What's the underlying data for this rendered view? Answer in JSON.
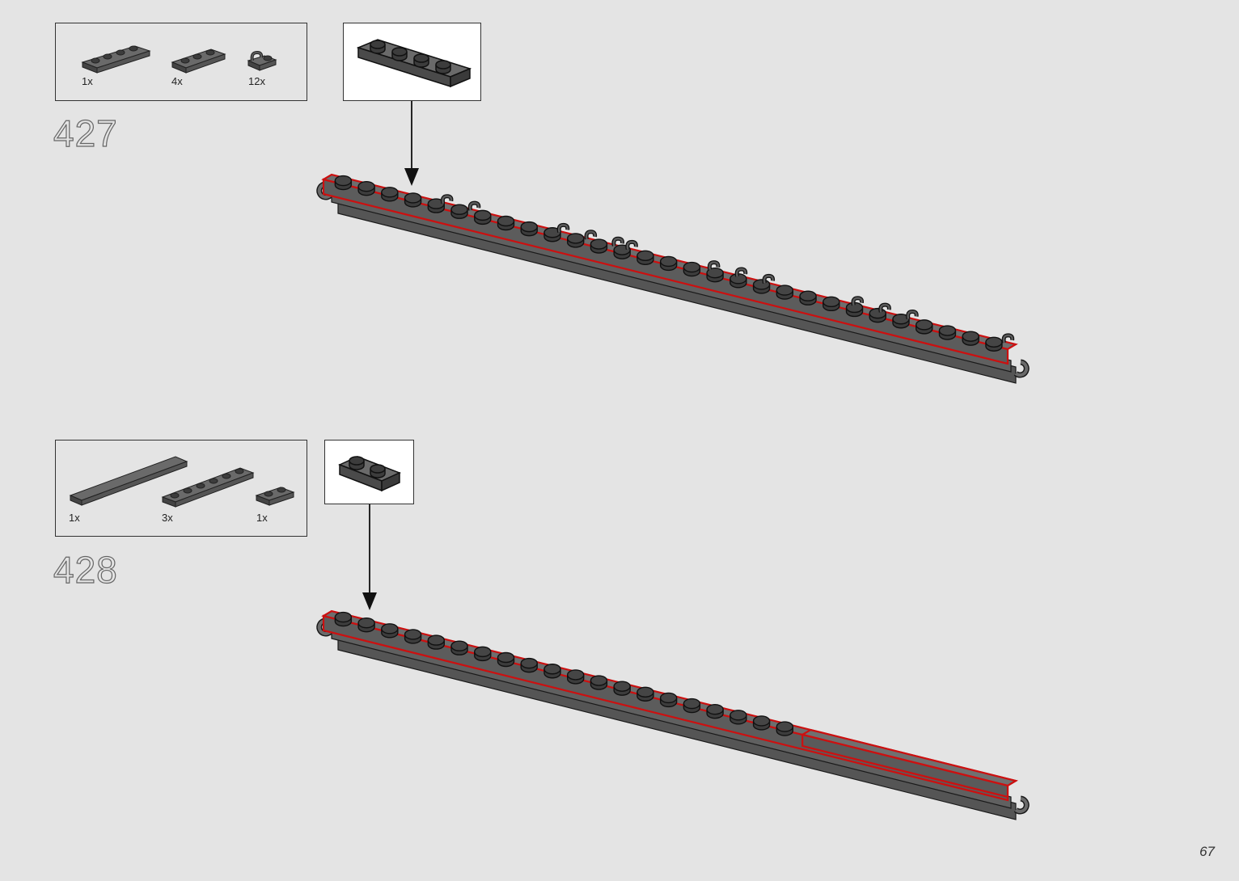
{
  "page": {
    "number": "67"
  },
  "colors": {
    "background": "#e4e4e4",
    "brick_dark": "#5a5a5a",
    "brick_stud": "#3c3c3c",
    "highlight": "#cc1010"
  },
  "steps": [
    {
      "number": "427",
      "parts": [
        {
          "icon": "plate-1x4-dark-grey",
          "quantity": "1x"
        },
        {
          "icon": "plate-1x3-dark-grey",
          "quantity": "4x"
        },
        {
          "icon": "clip-plate-dark-grey",
          "quantity": "12x"
        }
      ],
      "callout_part": "plate-1x4-dark-grey"
    },
    {
      "number": "428",
      "parts": [
        {
          "icon": "tile-long-dark-grey",
          "quantity": "1x"
        },
        {
          "icon": "plate-1x6-dark-grey",
          "quantity": "3x"
        },
        {
          "icon": "plate-1x2-dark-grey",
          "quantity": "1x"
        }
      ],
      "callout_part": "plate-1x2-dark-grey"
    }
  ]
}
